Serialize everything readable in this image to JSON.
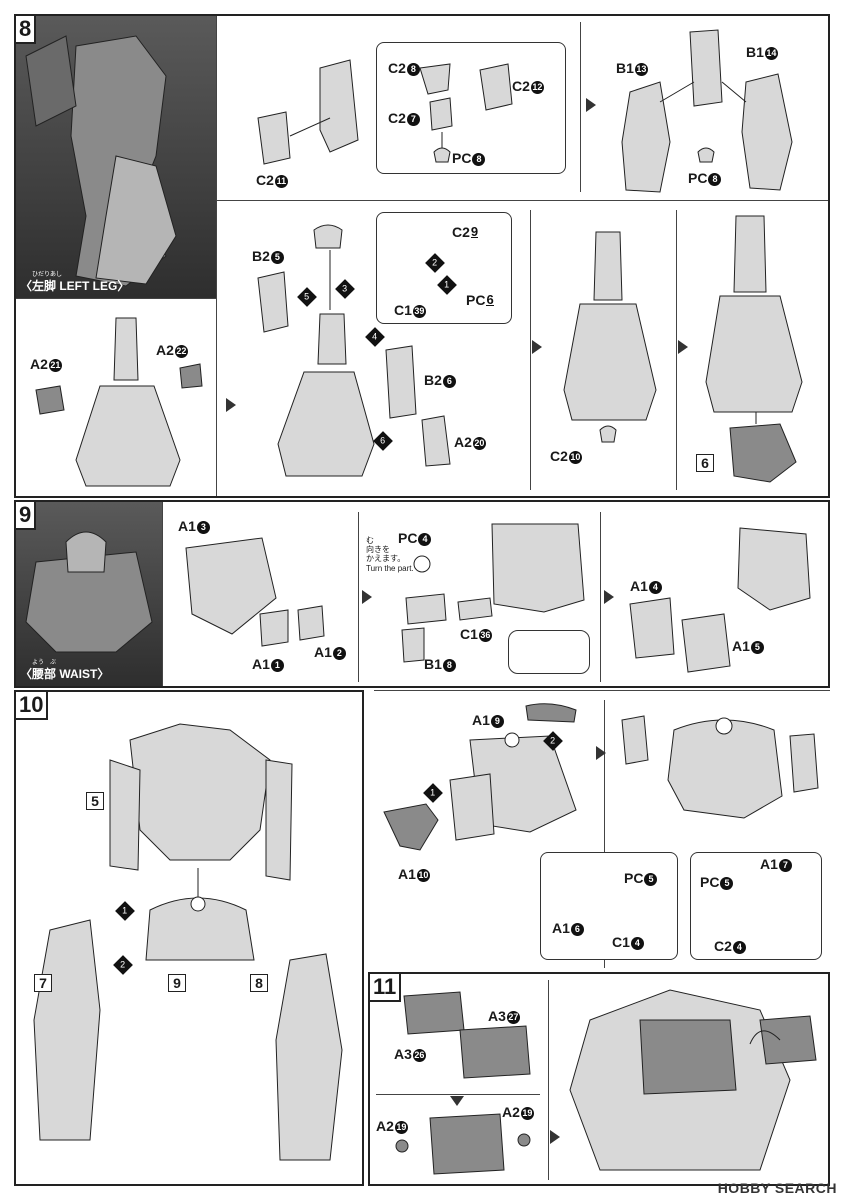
{
  "steps": {
    "s8": {
      "number": "8",
      "caption": "〈左脚 LEFT LEG〉",
      "caption_ruby": "ひだりあし",
      "labels": {
        "c2_8": {
          "p": "C2",
          "n": "8"
        },
        "c2_12": {
          "p": "C2",
          "n": "12"
        },
        "c2_7": {
          "p": "C2",
          "n": "7"
        },
        "pc8a": {
          "p": "PC",
          "n": "8"
        },
        "c2_11": {
          "p": "C2",
          "n": "11"
        },
        "b1_13": {
          "p": "B1",
          "n": "13"
        },
        "b1_14": {
          "p": "B1",
          "n": "14"
        },
        "pc8b": {
          "p": "PC",
          "n": "8"
        },
        "b2_5": {
          "p": "B2",
          "n": "5"
        },
        "c2_9": {
          "p": "C2",
          "n": "9"
        },
        "c1_39": {
          "p": "C1",
          "n": "39"
        },
        "pc6": {
          "p": "PC",
          "n": "6"
        },
        "a2_21": {
          "p": "A2",
          "n": "21"
        },
        "a2_22": {
          "p": "A2",
          "n": "22"
        },
        "b2_6": {
          "p": "B2",
          "n": "6"
        },
        "a2_20": {
          "p": "A2",
          "n": "20"
        },
        "c2_10": {
          "p": "C2",
          "n": "10"
        }
      },
      "order_marks": [
        "1",
        "2",
        "3",
        "4",
        "5",
        "6"
      ],
      "ref_box": "6"
    },
    "s9": {
      "number": "9",
      "caption": "〈腰部 WAIST〉",
      "caption_ruby": "よう　ぶ",
      "turn_note_jp": "向きを\nかえます。",
      "turn_note_ruby": "む",
      "turn_note_en": "Turn the part.",
      "labels": {
        "a1_3": {
          "p": "A1",
          "n": "3"
        },
        "a1_1": {
          "p": "A1",
          "n": "1"
        },
        "a1_2": {
          "p": "A1",
          "n": "2"
        },
        "pc4": {
          "p": "PC",
          "n": "4"
        },
        "c1_36": {
          "p": "C1",
          "n": "36"
        },
        "b1_8": {
          "p": "B1",
          "n": "8"
        },
        "a1_4": {
          "p": "A1",
          "n": "4"
        },
        "a1_5": {
          "p": "A1",
          "n": "5"
        },
        "a1_9": {
          "p": "A1",
          "n": "9"
        },
        "a1_10": {
          "p": "A1",
          "n": "10"
        },
        "pc5a": {
          "p": "PC",
          "n": "5"
        },
        "a1_6": {
          "p": "A1",
          "n": "6"
        },
        "c1_4": {
          "p": "C1",
          "n": "4"
        },
        "a1_7": {
          "p": "A1",
          "n": "7"
        },
        "pc5b": {
          "p": "PC",
          "n": "5"
        },
        "c2_4": {
          "p": "C2",
          "n": "4"
        }
      }
    },
    "s10": {
      "number": "10",
      "refs": {
        "upper": "5",
        "left_leg": "7",
        "waist": "9",
        "right_leg": "8"
      },
      "order_marks": [
        "1",
        "2"
      ]
    },
    "s11": {
      "number": "11",
      "labels": {
        "a3_27": {
          "p": "A3",
          "n": "27"
        },
        "a3_26": {
          "p": "A3",
          "n": "26"
        },
        "a2_19a": {
          "p": "A2",
          "n": "19"
        },
        "a2_19b": {
          "p": "A2",
          "n": "19"
        }
      }
    }
  },
  "watermark": "HOBBY SEARCH",
  "colors": {
    "ink": "#1a1a1a",
    "part_fill": "#d8d8d8",
    "part_dark": "#8a8a8a",
    "photo_bg": "#3c3c3c"
  }
}
